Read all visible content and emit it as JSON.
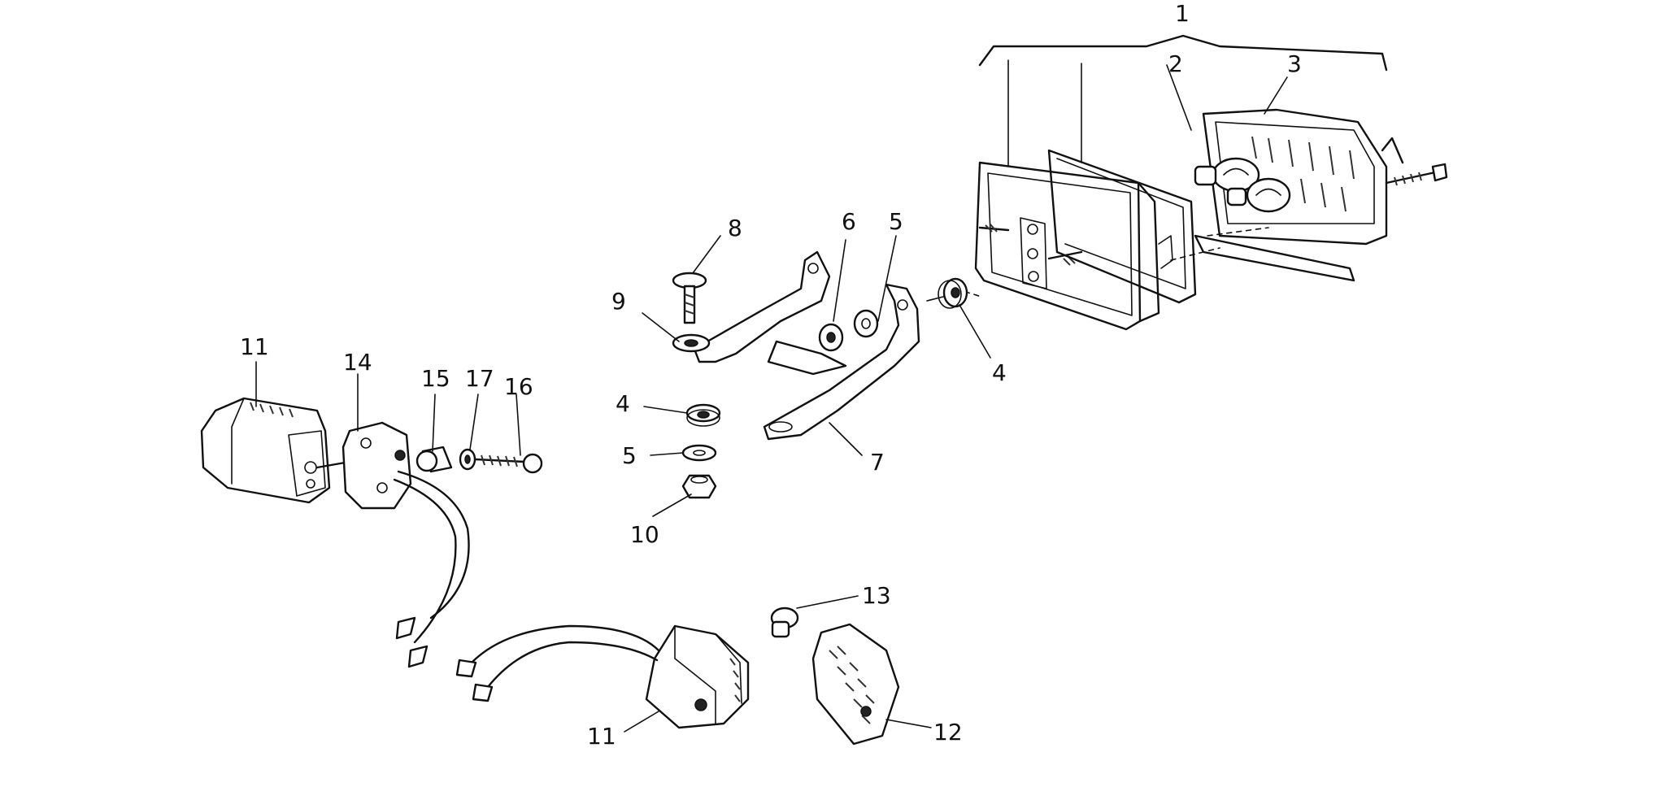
{
  "labels": [
    {
      "id": "label-1",
      "text": "1"
    },
    {
      "id": "label-2",
      "text": "2"
    },
    {
      "id": "label-3",
      "text": "3"
    },
    {
      "id": "label-4a",
      "text": "4"
    },
    {
      "id": "label-4b",
      "text": "4"
    },
    {
      "id": "label-5a",
      "text": "5"
    },
    {
      "id": "label-5b",
      "text": "5"
    },
    {
      "id": "label-6",
      "text": "6"
    },
    {
      "id": "label-7",
      "text": "7"
    },
    {
      "id": "label-8",
      "text": "8"
    },
    {
      "id": "label-9",
      "text": "9"
    },
    {
      "id": "label-10",
      "text": "10"
    },
    {
      "id": "label-11a",
      "text": "11"
    },
    {
      "id": "label-11b",
      "text": "11"
    },
    {
      "id": "label-12",
      "text": "12"
    },
    {
      "id": "label-13",
      "text": "13"
    },
    {
      "id": "label-14",
      "text": "14"
    },
    {
      "id": "label-15",
      "text": "15"
    },
    {
      "id": "label-16",
      "text": "16"
    },
    {
      "id": "label-17",
      "text": "17"
    }
  ]
}
